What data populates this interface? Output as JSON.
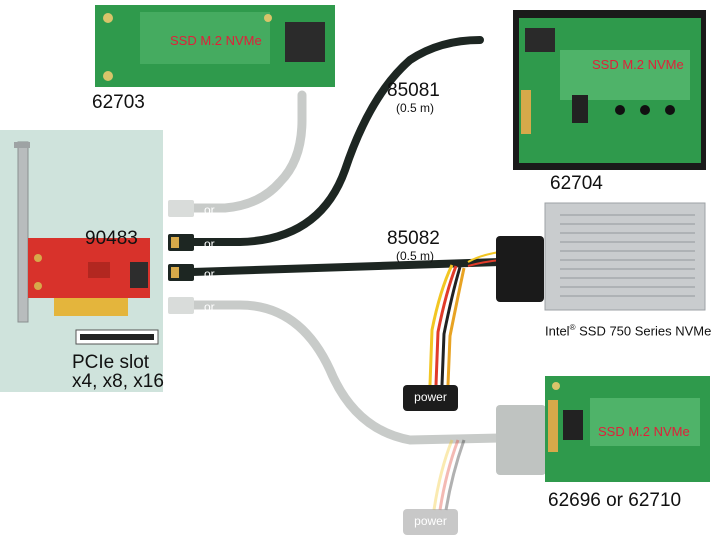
{
  "products": {
    "adapter_top_left": {
      "code": "62703",
      "slot_text": "SSD M.2 NVMe"
    },
    "adapter_top_right": {
      "code": "62704",
      "slot_text": "SSD M.2 NVMe"
    },
    "pcie_card": {
      "code": "90483",
      "slot_caption_line1": "PCIe slot",
      "slot_caption_line2": "x4, x8, x16"
    },
    "intel_ssd": {
      "caption_brand": "Intel",
      "caption_reg": "®",
      "caption_rest": " SSD 750 Series NVMe"
    },
    "adapter_bottom_right": {
      "code": "62696 or 62710",
      "slot_text": "SSD M.2 NVMe"
    }
  },
  "cables": {
    "cable_1": {
      "code": "85081",
      "length": "(0.5 m)"
    },
    "cable_2": {
      "code": "85082",
      "length": "(0.5 m)"
    }
  },
  "connector_labels": {
    "or_1": "or",
    "or_2": "or",
    "or_3": "or",
    "or_4": "or"
  },
  "power_labels": {
    "power_1": "power",
    "power_2": "power"
  },
  "colors": {
    "panel_bg": "#cfe3dc",
    "pcb_green": "#2f9a4c",
    "pcb_red": "#d8322b",
    "cable_dark": "#1c2622",
    "cable_faded": "#bfc3c1"
  }
}
